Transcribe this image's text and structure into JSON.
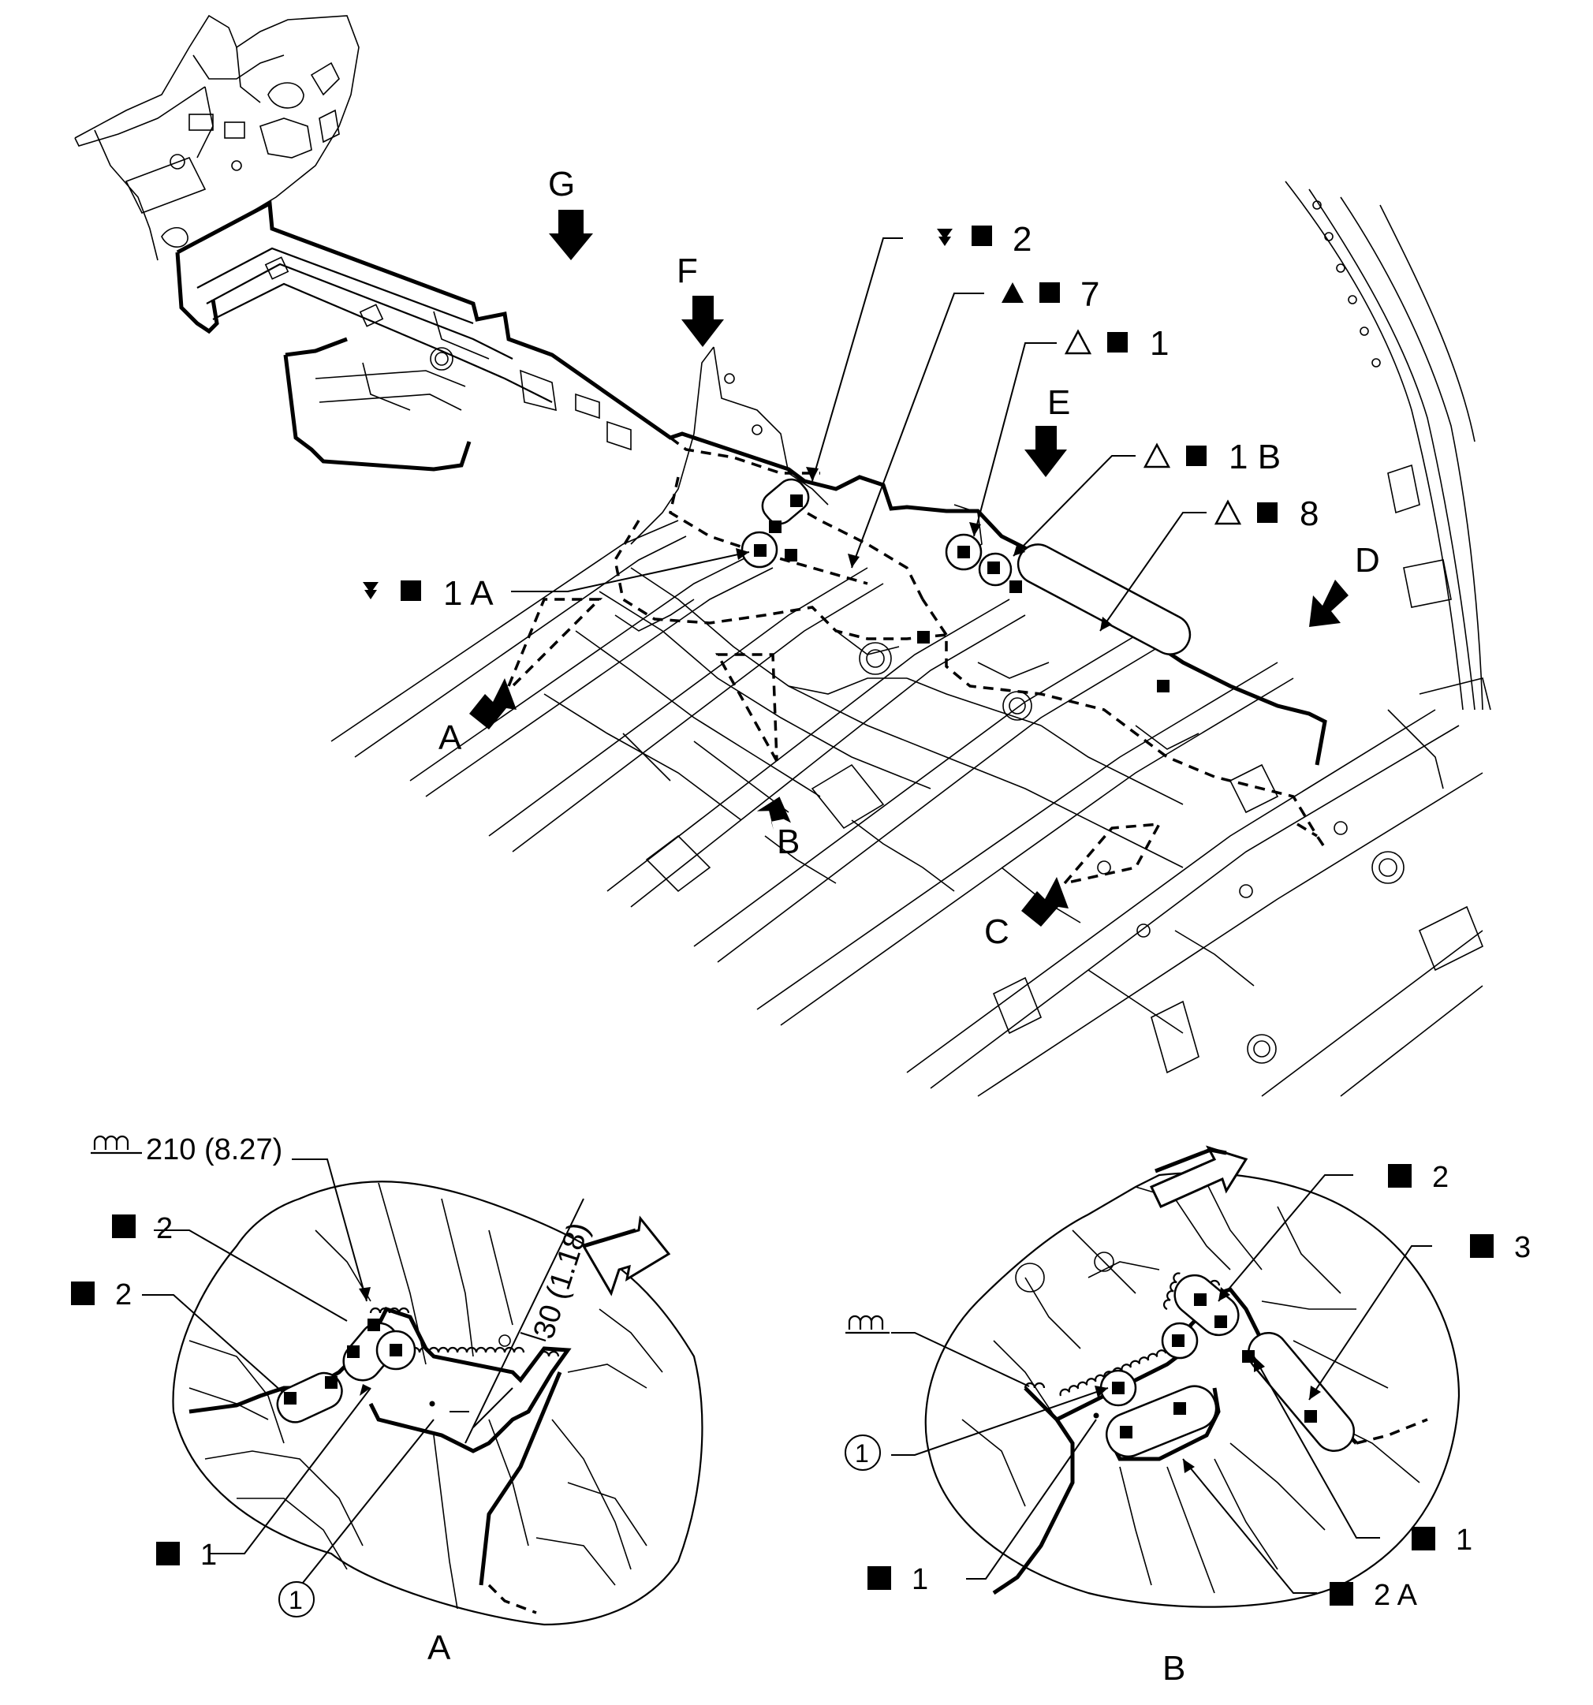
{
  "view_labels": {
    "a": "A",
    "b": "B",
    "c": "C",
    "d": "D",
    "e": "E",
    "f": "F",
    "g": "G"
  },
  "callouts": {
    "c_v2": "2",
    "c_t7": "7",
    "c_o1": "1",
    "c_o1b": "1 B",
    "c_o8": "8",
    "c_v1a": "1 A"
  },
  "detail_a": {
    "caption": "A",
    "dim_seal": "210 (8.27)",
    "dim_offset": "30 (1.18)",
    "label_2_top": "2",
    "label_2_left": "2",
    "label_1": "1",
    "part_ref": "1"
  },
  "detail_b": {
    "caption": "B",
    "label_2": "2",
    "label_3": "3",
    "label_1_right": "1",
    "label_1_left": "1",
    "label_2a": "2 A",
    "part_ref": "1"
  },
  "icons": [
    "triangle-down-double-icon",
    "triangle-solid-icon",
    "triangle-outline-icon",
    "square-solid-icon",
    "sealer-symbol-icon",
    "view-arrow-icon",
    "front-direction-arrow-icon",
    "part-number-circle-icon"
  ]
}
